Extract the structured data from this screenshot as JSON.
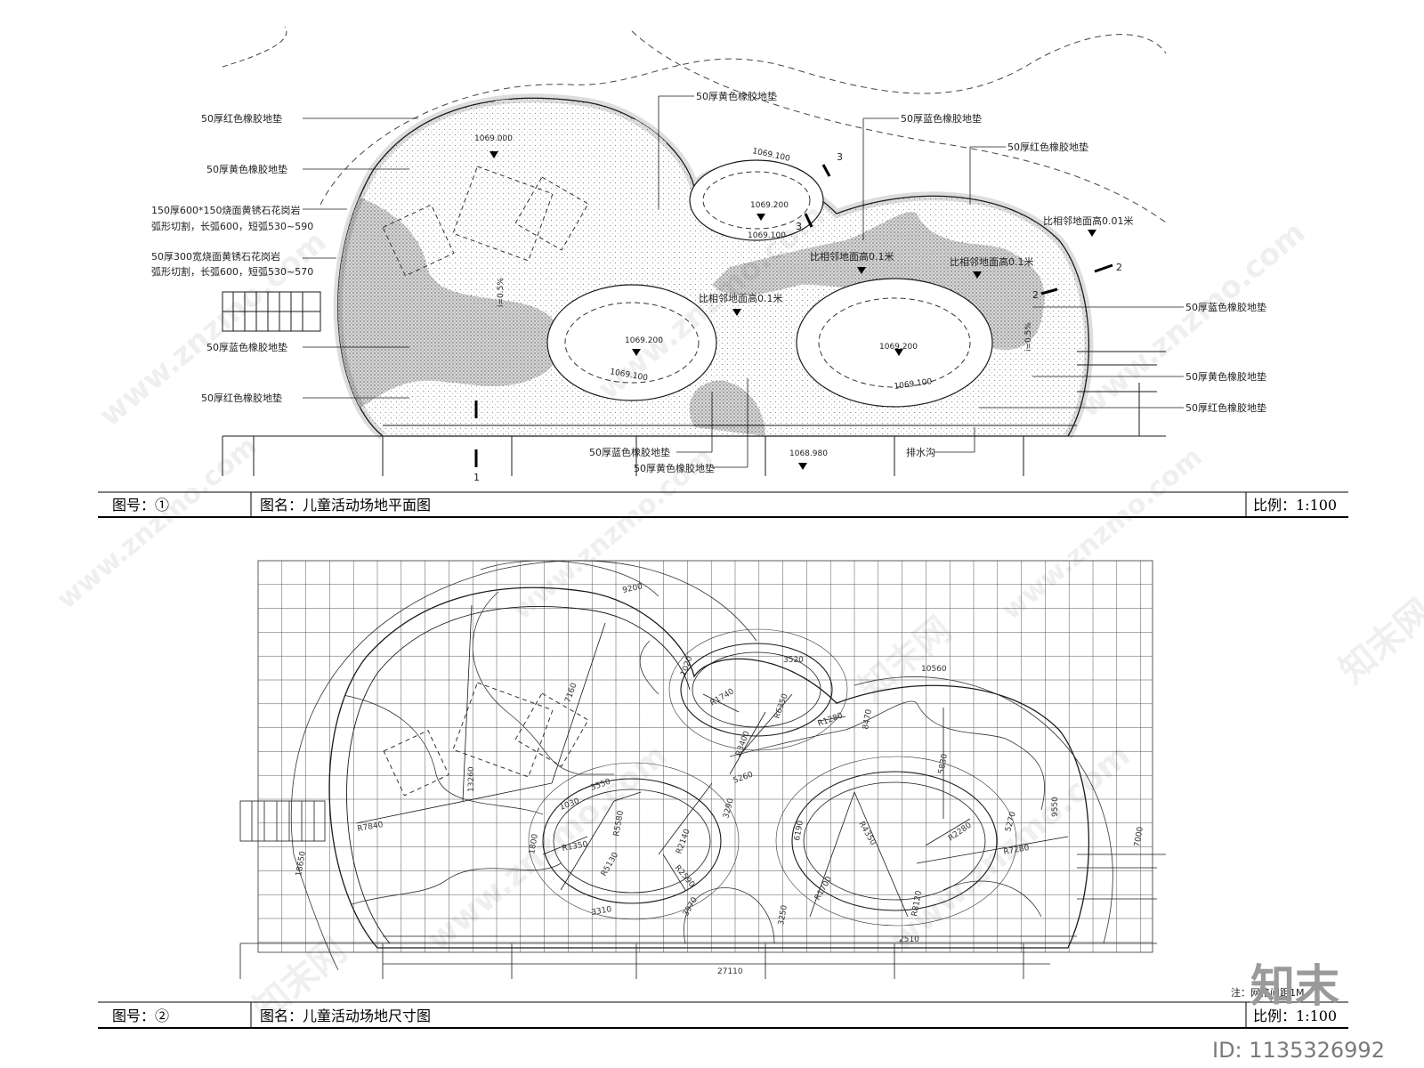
{
  "plan": {
    "labels": {
      "red_top": "50厚红色橡胶地垫",
      "yellow_left": "50厚黄色橡胶地垫",
      "granite1_line1": "150厚600*150烧面黄锈石花岗岩",
      "granite1_line2": "弧形切割，长弧600，短弧530~590",
      "granite2_line1": "50厚300宽烧面黄锈石花岗岩",
      "granite2_line2": "弧形切割，长弧600，短弧530~570",
      "blue_left": "50厚蓝色橡胶地垫",
      "red_bottom_left": "50厚红色橡胶地垫",
      "yellow_top": "50厚黄色橡胶地垫",
      "blue_top": "50厚蓝色橡胶地垫",
      "red_top_right": "50厚红色橡胶地垫",
      "blue_right": "50厚蓝色橡胶地垫",
      "yellow_right": "50厚黄色橡胶地垫",
      "red_right": "50厚红色橡胶地垫",
      "blue_bottom": "50厚蓝色橡胶地垫",
      "yellow_bottom": "50厚黄色橡胶地垫",
      "drain": "排水沟",
      "higher_01a": "比相邻地面高0.01米",
      "higher_1a": "比相邻地面高0.1米",
      "higher_1b": "比相邻地面高0.1米",
      "higher_1c": "比相邻地面高0.1米"
    },
    "elevations": {
      "e1": "1069.000",
      "e2": "1069.100",
      "e3": "1069.200",
      "e4": "1069.100",
      "e5": "1069.200",
      "e6": "1069.100",
      "e7": "1069.200",
      "e8": "1069.100",
      "e9": "1068.980"
    },
    "slopes": {
      "s1": "i=0.5%",
      "s2": "i=0.5%"
    },
    "section_marks": {
      "m1": "1",
      "m2": "2",
      "m3": "3"
    },
    "title_bar": {
      "figure_no": "图号：①",
      "figure_name": "图名：儿童活动场地平面图",
      "scale": "比例：1:100"
    }
  },
  "dimension_plan": {
    "dims": {
      "d1": "9200",
      "d2": "1020",
      "d3": "7160",
      "d4": "3520",
      "d5": "10560",
      "d6": "R1740",
      "d7": "R6350",
      "d8": "R3400",
      "d9": "R1280",
      "d10": "8470",
      "d11": "13260",
      "d12": "3550",
      "d13": "1030",
      "d14": "R5580",
      "d15": "R2140",
      "d16": "3290",
      "d17": "5260",
      "d18": "R7840",
      "d19": "1800",
      "d20": "R1350",
      "d21": "R5130",
      "d22": "R2590",
      "d23": "5830",
      "d24": "9550",
      "d25": "R2280",
      "d26": "5270",
      "d27": "R4350",
      "d28": "6190",
      "d29": "R7280",
      "d30": "7000",
      "d31": "18650",
      "d32": "R1700",
      "d33": "R8120",
      "d34": "3310",
      "d35": "3970",
      "d36": "3250",
      "d37": "2510",
      "d38": "27110"
    },
    "note": "注：网格间距1M",
    "title_bar": {
      "figure_no": "图号：②",
      "figure_name": "图名：儿童活动场地尺寸图",
      "scale": "比例：1:100"
    }
  },
  "watermark": {
    "site": "www.znzmo.com",
    "brand": "知末网",
    "logo": "知末",
    "id": "ID: 1135326992"
  },
  "colors": {
    "line": "#1a1a1a",
    "hatch": "#9a9a9a"
  }
}
